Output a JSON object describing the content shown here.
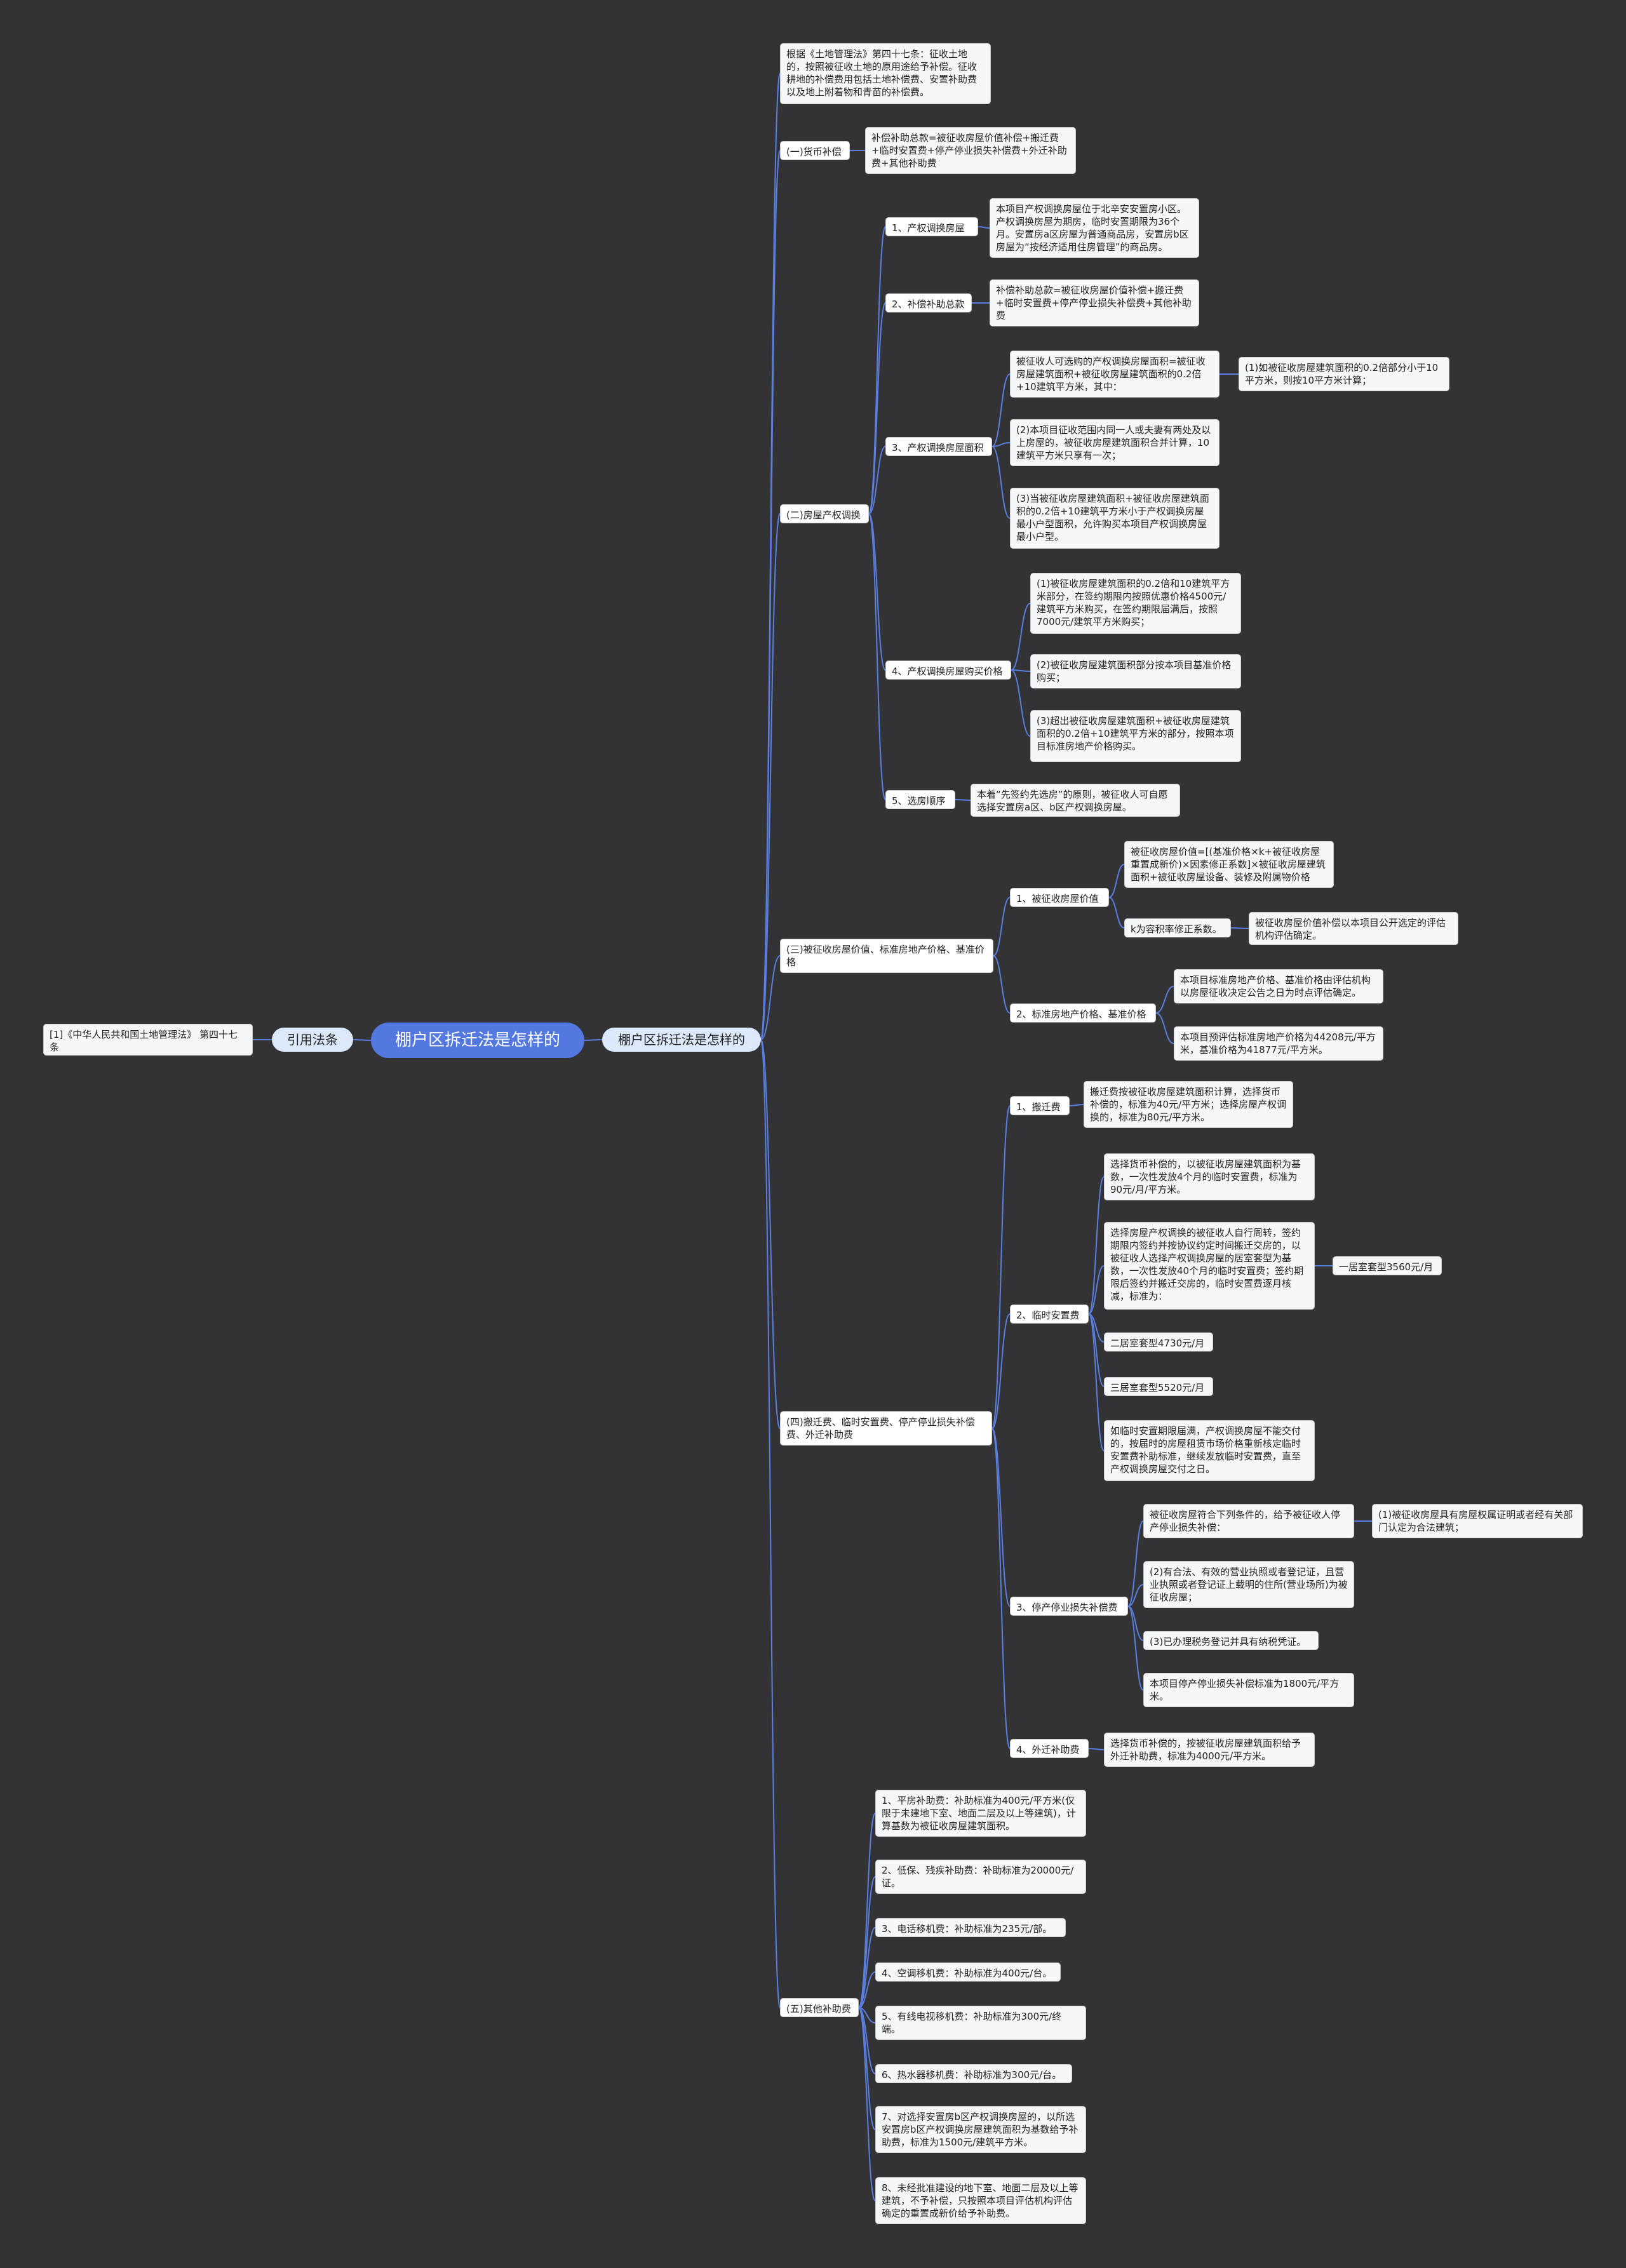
{
  "center": {
    "root": "棚户区拆迁法是怎样的",
    "left_branch": "引用法条",
    "right_branch": "棚户区拆迁法是怎样的",
    "citation": "[1]《中华人民共和国土地管理法》 第四十七条"
  },
  "intro": "根据《土地管理法》第四十七条：征收土地的，按照被征收土地的原用途给予补偿。征收耕地的补偿费用包括土地补偿费、安置补助费以及地上附着物和青苗的补偿费。",
  "s1": {
    "title": "(一)货币补偿",
    "formula": "补偿补助总款=被征收房屋价值补偿+搬迁费+临时安置费+停产停业损失补偿费+外迁补助费+其他补助费"
  },
  "s2": {
    "title": "(二)房屋产权调换",
    "a": {
      "title": "1、产权调换房屋",
      "text": "本项目产权调换房屋位于北辛安安置房小区。产权调换房屋为期房，临时安置期限为36个月。安置房a区房屋为普通商品房，安置房b区房屋为“按经济适用住房管理”的商品房。"
    },
    "b": {
      "title": "2、补偿补助总款",
      "text": "补偿补助总款=被征收房屋价值补偿+搬迁费+临时安置费+停产停业损失补偿费+其他补助费"
    },
    "c": {
      "title": "3、产权调换房屋面积",
      "c1": "被征收人可选购的产权调换房屋面积=被征收房屋建筑面积+被征收房屋建筑面积的0.2倍+10建筑平方米，其中：",
      "c1a": "(1)如被征收房屋建筑面积的0.2倍部分小于10平方米，则按10平方米计算；",
      "c2": "(2)本项目征收范围内同一人或夫妻有两处及以上房屋的，被征收房屋建筑面积合并计算，10建筑平方米只享有一次；",
      "c3": "(3)当被征收房屋建筑面积+被征收房屋建筑面积的0.2倍+10建筑平方米小于产权调换房屋最小户型面积，允许购买本项目产权调换房屋最小户型。"
    },
    "d": {
      "title": "4、产权调换房屋购买价格",
      "d1": "(1)被征收房屋建筑面积的0.2倍和10建筑平方米部分，在签约期限内按照优惠价格4500元/建筑平方米购买，在签约期限届满后，按照7000元/建筑平方米购买；",
      "d2": "(2)被征收房屋建筑面积部分按本项目基准价格购买；",
      "d3": "(3)超出被征收房屋建筑面积+被征收房屋建筑面积的0.2倍+10建筑平方米的部分，按照本项目标准房地产价格购买。"
    },
    "e": {
      "title": "5、选房顺序",
      "text": "本着“先签约先选房”的原则，被征收人可自愿选择安置房a区、b区产权调换房屋。"
    }
  },
  "s3": {
    "title": "(三)被征收房屋价值、标准房地产价格、基准价格",
    "a": {
      "title": "1、被征收房屋价值",
      "a1": "被征收房屋价值=[(基准价格×k+被征收房屋重置成新价)×因素修正系数]×被征收房屋建筑面积+被征收房屋设备、装修及附属物价格",
      "a2": "k为容积率修正系数。",
      "a2a": "被征收房屋价值补偿以本项目公开选定的评估机构评估确定。"
    },
    "b": {
      "title": "2、标准房地产价格、基准价格",
      "b1": "本项目标准房地产价格、基准价格由评估机构以房屋征收决定公告之日为时点评估确定。",
      "b2": "本项目预评估标准房地产价格为44208元/平方米，基准价格为41877元/平方米。"
    }
  },
  "s4": {
    "title": "(四)搬迁费、临时安置费、停产停业损失补偿费、外迁补助费",
    "a": {
      "title": "1、搬迁费",
      "text": "搬迁费按被征收房屋建筑面积计算，选择货币补偿的，标准为40元/平方米；选择房屋产权调换的，标准为80元/平方米。"
    },
    "b": {
      "title": "2、临时安置费",
      "b1": "选择货币补偿的，以被征收房屋建筑面积为基数，一次性发放4个月的临时安置费，标准为90元/月/平方米。",
      "b2": "选择房屋产权调换的被征收人自行周转，签约期限内签约并按协议约定时间搬迁交房的，以被征收人选择产权调换房屋的居室套型为基数，一次性发放40个月的临时安置费；签约期限后签约并搬迁交房的，临时安置费逐月核减，标准为：",
      "b2a": "一居室套型3560元/月",
      "b3": "二居室套型4730元/月",
      "b4": "三居室套型5520元/月",
      "b5": "如临时安置期限届满，产权调换房屋不能交付的，按届时的房屋租赁市场价格重新核定临时安置费补助标准，继续发放临时安置费，直至产权调换房屋交付之日。"
    },
    "c": {
      "title": "3、停产停业损失补偿费",
      "c1": "被征收房屋符合下列条件的，给予被征收人停产停业损失补偿：",
      "c1a": "(1)被征收房屋具有房屋权属证明或者经有关部门认定为合法建筑；",
      "c2": "(2)有合法、有效的营业执照或者登记证，且营业执照或者登记证上载明的住所(营业场所)为被征收房屋；",
      "c3": "(3)已办理税务登记并具有纳税凭证。",
      "c4": "本项目停产停业损失补偿标准为1800元/平方米。"
    },
    "d": {
      "title": "4、外迁补助费",
      "text": "选择货币补偿的，按被征收房屋建筑面积给予外迁补助费，标准为4000元/平方米。"
    }
  },
  "s5": {
    "title": "(五)其他补助费",
    "items": [
      "1、平房补助费：补助标准为400元/平方米(仅限于未建地下室、地面二层及以上等建筑)，计算基数为被征收房屋建筑面积。",
      "2、低保、残疾补助费：补助标准为20000元/证。",
      "3、电话移机费：补助标准为235元/部。",
      "4、空调移机费：补助标准为400元/台。",
      "5、有线电视移机费：补助标准为300元/终端。",
      "6、热水器移机费：补助标准为300元/台。",
      "7、对选择安置房b区产权调换房屋的，以所选安置房b区产权调换房屋建筑面积为基数给予补助费，标准为1500元/建筑平方米。",
      "8、未经批准建设的地下室、地面二层及以上等建筑，不予补偿，只按照本项目评估机构评估确定的重置成新价给予补助费。"
    ]
  },
  "colors": {
    "background": "#333336",
    "root": "#5379e0",
    "branch": "#dce9fb",
    "connector": "#5a7fe0"
  }
}
